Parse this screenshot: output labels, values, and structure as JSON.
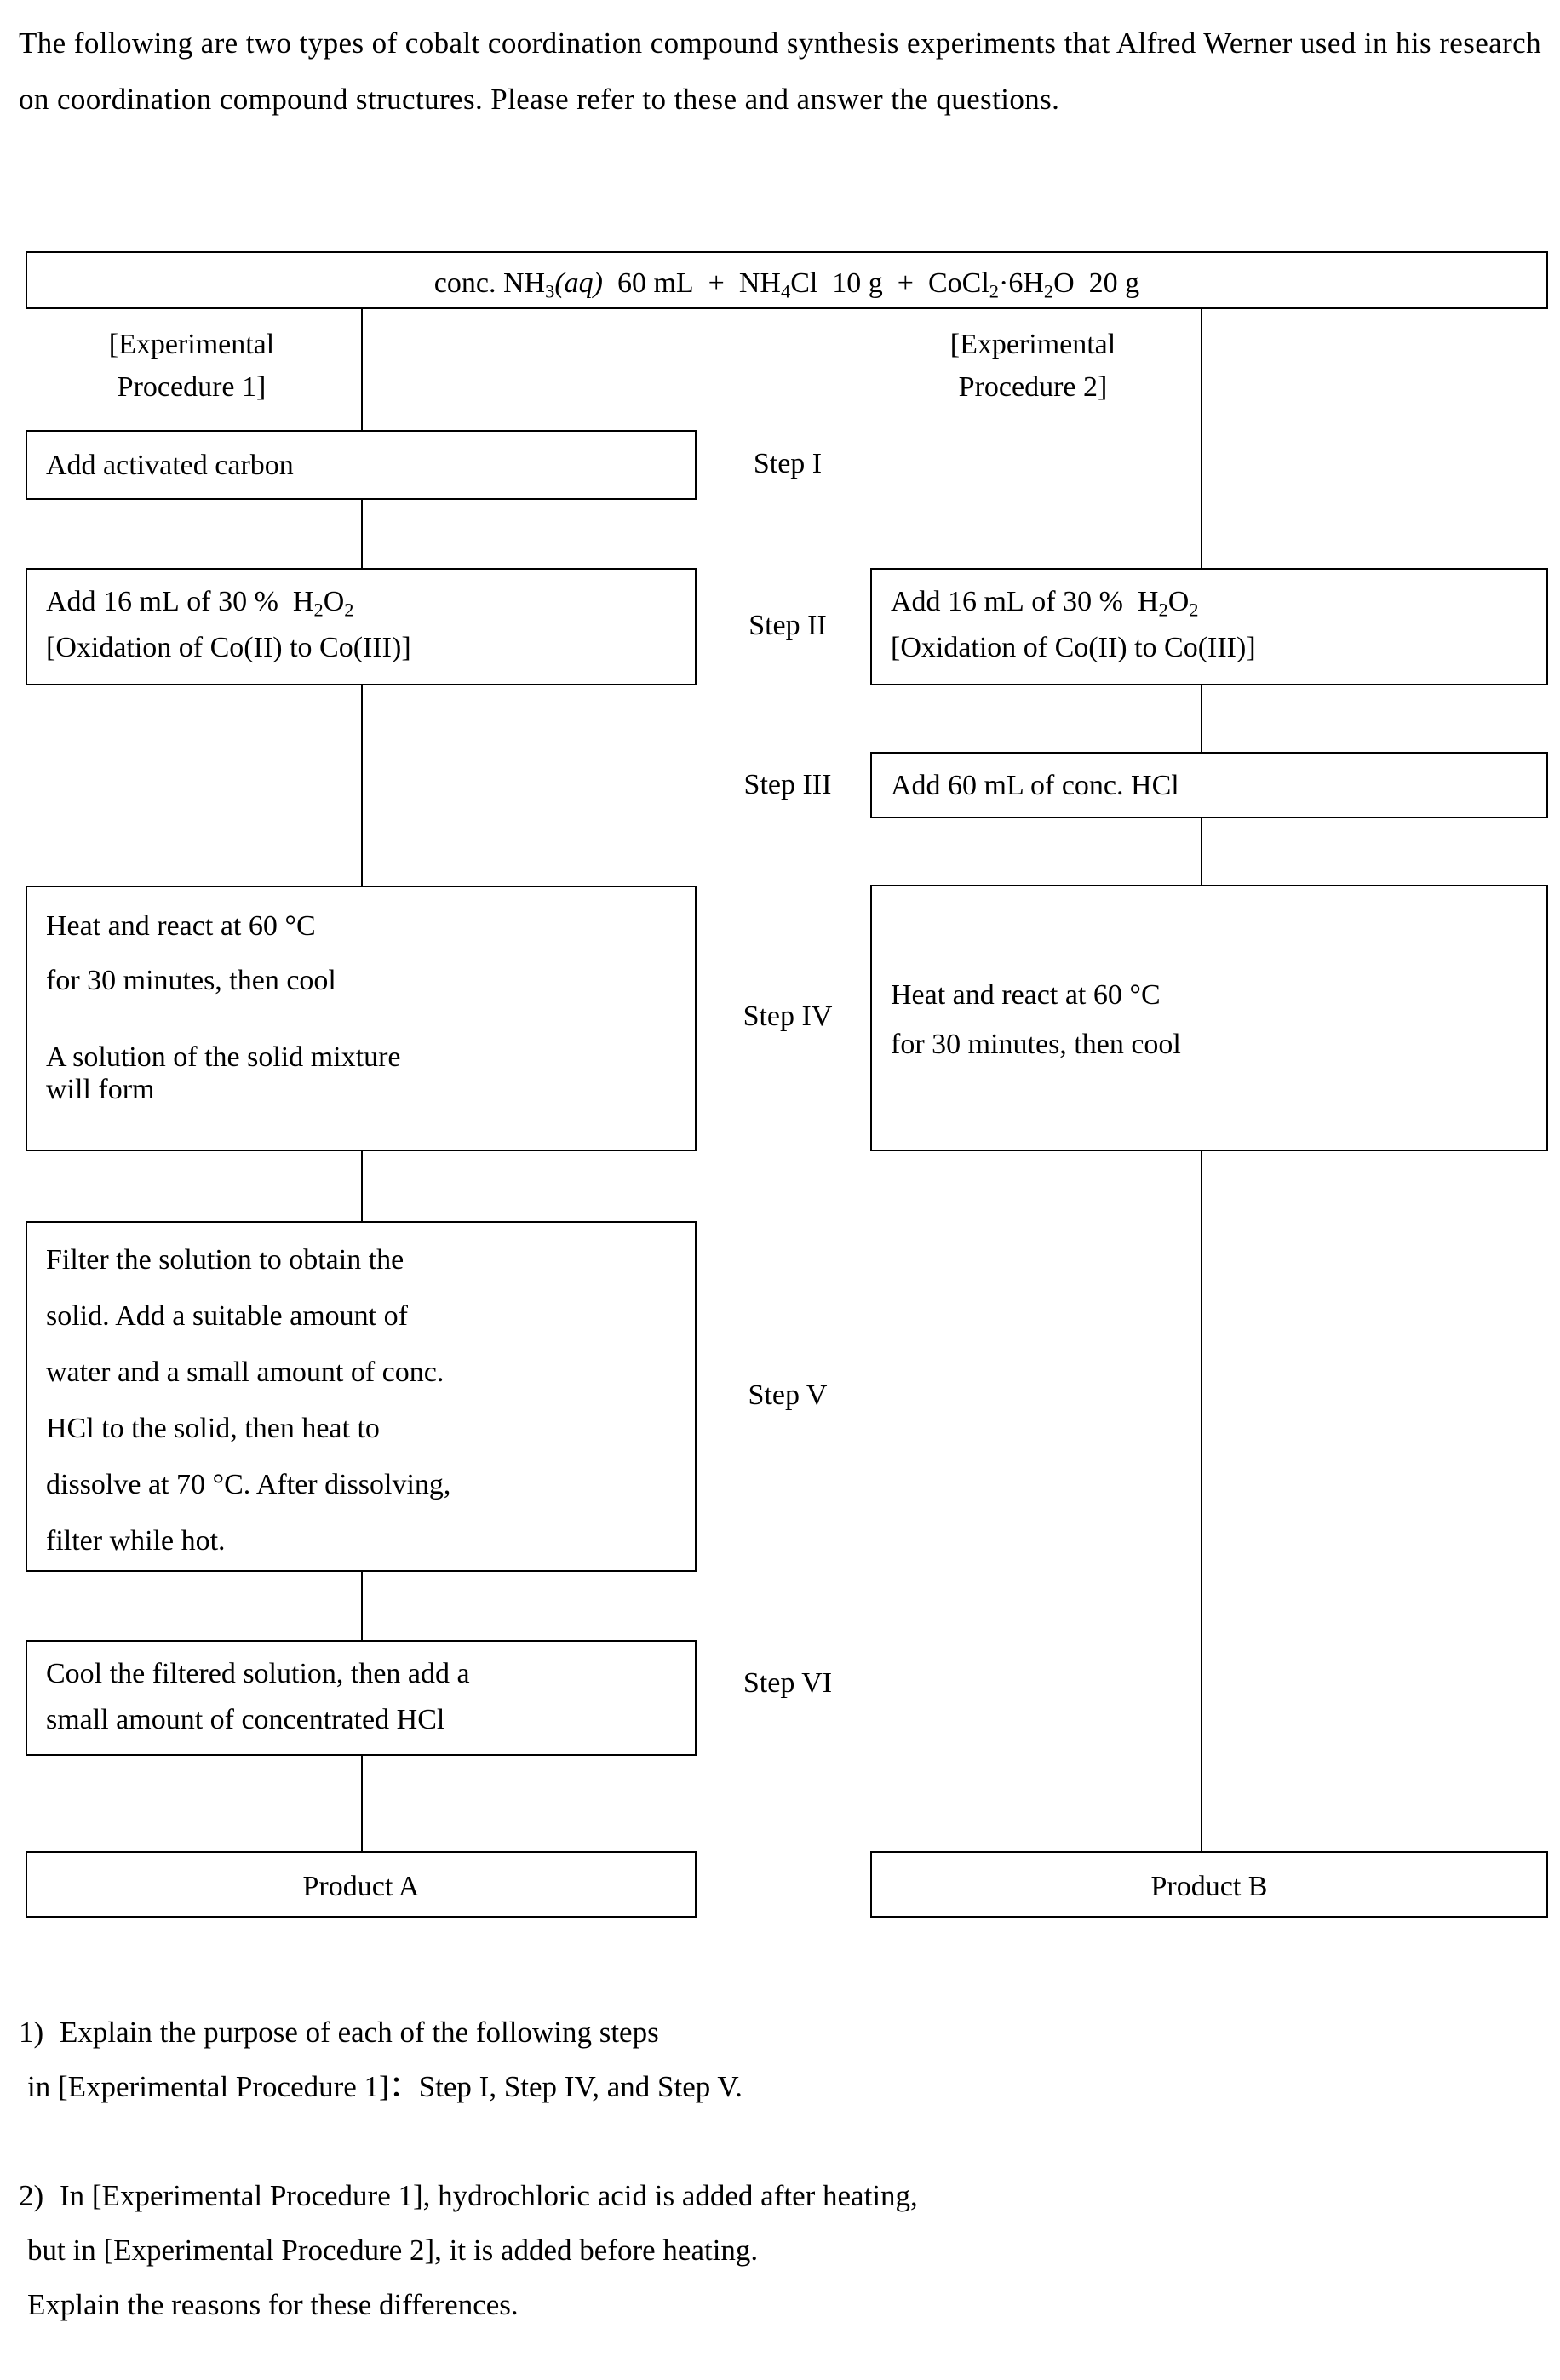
{
  "intro": {
    "text": "The following are two types of cobalt coordination compound synthesis experiments that Alfred Werner used in his research on coordination compound structures. Please refer to these and answer the questions."
  },
  "flowchart": {
    "reagents_box": {
      "prefix": "conc. NH",
      "sub1": "3",
      "aq": "(aq)",
      "amount1": " 60 mL  +  NH",
      "sub2": "4",
      "mid": "Cl  10 g  +  CoCl",
      "sub3": "2",
      "mid2": "·6H",
      "sub4": "2",
      "tail": "O  20 g",
      "plain": "conc. NH3(aq) 60 mL + NH4Cl 10 g + CoCl2·6H2O 20 g"
    },
    "procedure_headings": [
      {
        "line1": "[Experimental",
        "line2": "Procedure 1]"
      },
      {
        "line1": "[Experimental",
        "line2": "Procedure 2]"
      }
    ],
    "step_labels": [
      "Step I",
      "Step II",
      "Step III",
      "Step IV",
      "Step V",
      "Step VI"
    ],
    "procedure1_boxes": [
      {
        "step": "Step I",
        "lines": [
          "Add activated carbon"
        ]
      },
      {
        "step": "Step II",
        "lines": [
          "Add 16 mL of 30 % H₂O₂",
          "[Oxidation of Co(II) to Co(III)]"
        ]
      },
      {
        "step": "Step IV",
        "lines": [
          "Heat and react at 60 °C",
          "for 30 minutes, then cool",
          "",
          "A solution of the solid mixture",
          "will form"
        ]
      },
      {
        "step": "Step V",
        "lines": [
          "Filter the solution to obtain the",
          "solid. Add a suitable amount of",
          "water and a small amount of conc.",
          "HCl to the solid, then heat to",
          "dissolve at 70 °C. After dissolving,",
          "filter while hot."
        ]
      },
      {
        "step": "Step VI",
        "lines": [
          "Cool the filtered solution, then add a",
          "small amount of concentrated HCl"
        ]
      }
    ],
    "procedure2_boxes": [
      {
        "step": "Step II",
        "lines": [
          "Add 16 mL of 30 % H₂O₂",
          "[Oxidation of Co(II) to Co(III)]"
        ]
      },
      {
        "step": "Step III",
        "lines": [
          "Add 60 mL of conc. HCl"
        ]
      },
      {
        "step": "Step IV",
        "lines": [
          "Heat and react at 60 °C",
          "for 30 minutes, then cool"
        ]
      }
    ],
    "products": {
      "left": "Product A",
      "right": "Product B"
    }
  },
  "questions": [
    {
      "num": "1)",
      "line1": "Explain the purpose of each of the following steps",
      "line2": "in [Experimental Procedure 1]：Step I, Step IV, and Step V."
    },
    {
      "num": "2)",
      "line1": "In [Experimental Procedure 1], hydrochloric acid is added after heating,",
      "line2": "but in [Experimental Procedure 2], it is added before heating.",
      "line3": "Explain the reasons for these differences."
    }
  ]
}
